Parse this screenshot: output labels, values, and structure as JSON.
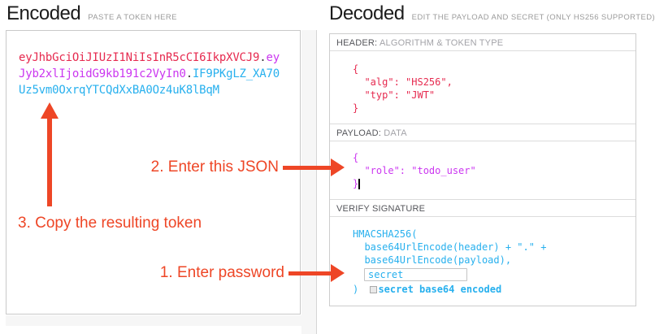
{
  "encoded": {
    "title": "Encoded",
    "subtitle": "PASTE A TOKEN HERE",
    "token": {
      "header": "eyJhbGciOiJIUzI1NiIsInR5cCI6IkpXVCJ9",
      "separator": ".",
      "payload": "eyJyb2xlIjoidG9kb191c2VyIn0",
      "signature": "IF9PKgLZ_XA70Uz5vm0OxrqYTCQdXxBA0Oz4uK8lBqM"
    }
  },
  "decoded": {
    "title": "Decoded",
    "subtitle": "EDIT THE PAYLOAD AND SECRET (ONLY HS256 SUPPORTED)",
    "header_section": {
      "label": "HEADER:",
      "sublabel": "ALGORITHM & TOKEN TYPE",
      "lines": [
        "{",
        "  \"alg\": \"HS256\",",
        "  \"typ\": \"JWT\"",
        "}"
      ]
    },
    "payload_section": {
      "label": "PAYLOAD:",
      "sublabel": "DATA",
      "lines": [
        "{",
        "  \"role\": \"todo_user\"",
        "}"
      ]
    },
    "signature_section": {
      "label": "VERIFY SIGNATURE",
      "lines": [
        "HMACSHA256(",
        "  base64UrlEncode(header) + \".\" +",
        "  base64UrlEncode(payload),"
      ],
      "secret_value": "secret",
      "closing_paren": ") ",
      "checkbox_label": "secret base64 encoded"
    }
  },
  "annotations": {
    "step1": "1. Enter password",
    "step2": "2. Enter this JSON",
    "step3": "3. Copy the resulting token"
  },
  "colors": {
    "token_header": "#e62a4f",
    "token_payload": "#cb36f0",
    "token_signature": "#27b0ee",
    "annotation": "#ee4626"
  }
}
